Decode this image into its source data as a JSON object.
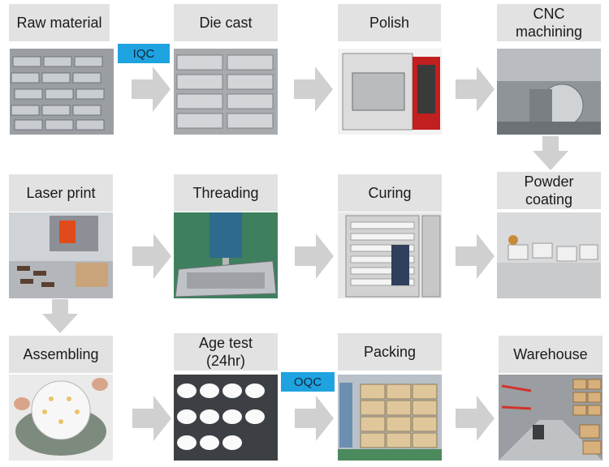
{
  "steps": [
    {
      "label": "Raw material"
    },
    {
      "label": "Die cast"
    },
    {
      "label": "Polish"
    },
    {
      "label": "CNC\nmachining"
    },
    {
      "label": "Laser print"
    },
    {
      "label": "Threading"
    },
    {
      "label": "Curing"
    },
    {
      "label": "Powder\ncoating"
    },
    {
      "label": "Assembling"
    },
    {
      "label": "Age test\n(24hr)"
    },
    {
      "label": "Packing"
    },
    {
      "label": "Warehouse"
    }
  ],
  "badges": {
    "iqc": "IQC",
    "oqc": "OQC"
  },
  "colors": {
    "label_bg": "#e2e2e2",
    "arrow": "#d0d0d0",
    "badge": "#1fa3e0"
  }
}
